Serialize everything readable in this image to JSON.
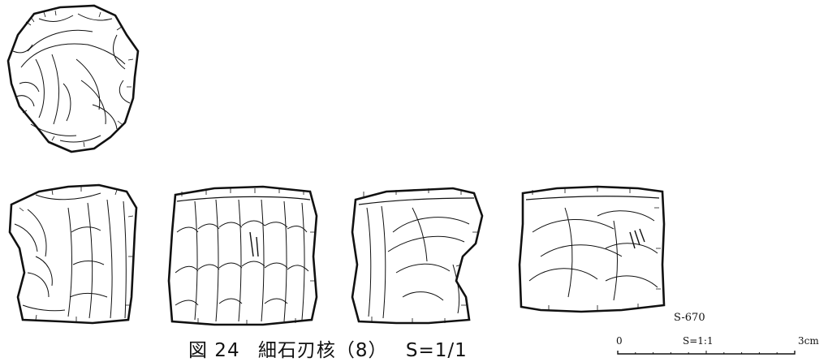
{
  "figure": {
    "number_label": "図 24",
    "title": "細石刃核（8）",
    "scale_note": "S=1/1"
  },
  "specimen": {
    "id": "S-670"
  },
  "scale_bar": {
    "start_label": "0",
    "ratio_label": "S=1:1",
    "end_label": "3cm"
  },
  "views": [
    {
      "name": "top-view"
    },
    {
      "name": "left-side-view"
    },
    {
      "name": "front-view"
    },
    {
      "name": "right-side-view"
    },
    {
      "name": "back-view"
    }
  ]
}
